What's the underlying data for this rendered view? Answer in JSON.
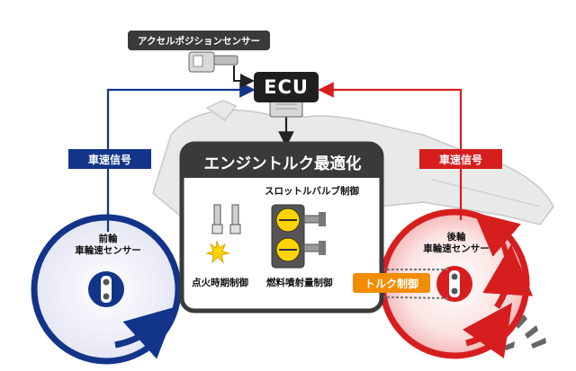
{
  "accel_sensor": {
    "label": "アクセルポジションセンサー"
  },
  "ecu": {
    "label": "ECU"
  },
  "signals": {
    "left": "車速信号",
    "right": "車速信号"
  },
  "engine": {
    "title": "エンジントルク最適化",
    "throttle_label": "スロットルバルブ制御",
    "ignition_label": "点火時期制御",
    "fuel_label": "燃料噴射量制御"
  },
  "front_sensor": {
    "line1": "前輪",
    "line2": "車輪速センサー"
  },
  "rear_sensor": {
    "line1": "後輪",
    "line2": "車輪速センサー"
  },
  "torque": {
    "label": "トルク制御"
  },
  "colors": {
    "front_blue": "#12358a",
    "rear_red": "#d71e1e",
    "torque_orange": "#f28c00",
    "dark_box": "#333333"
  }
}
